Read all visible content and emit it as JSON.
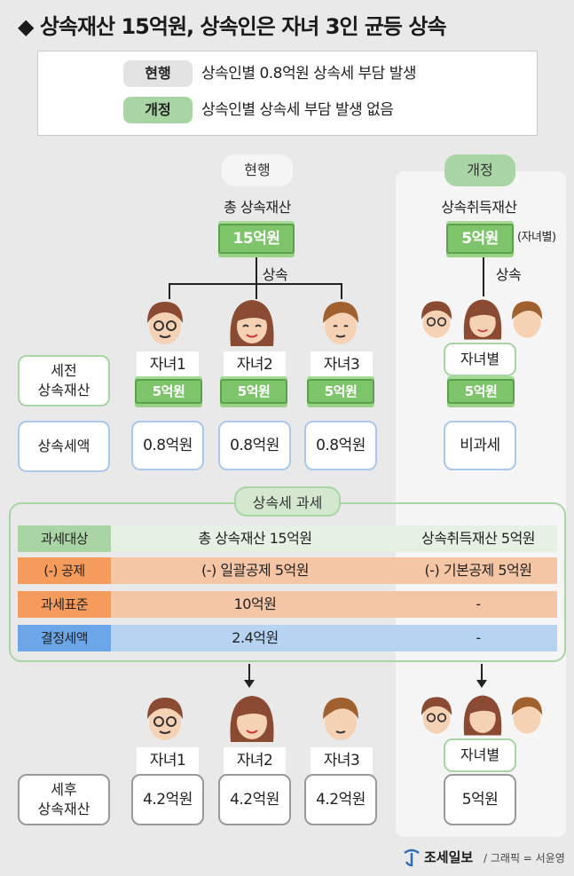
{
  "title": "◆ 상속재산 15억원, 상속인은 자녀 3인 균등 상속",
  "legend": {
    "current_tag": "현행",
    "current_text": "상속인별 0.8억원 상속세 부담 발생",
    "revised_tag": "개정",
    "revised_text": "상속인별 상속세 부담 발생 없음"
  },
  "current": {
    "pill": "현행",
    "total_label": "총 상속재산",
    "total_money": "15억원",
    "inherit_label": "상속",
    "children": [
      {
        "label": "자녀1",
        "money": "5억원",
        "tax": "0.8억원",
        "after": "4.2억원"
      },
      {
        "label": "자녀2",
        "money": "5억원",
        "tax": "0.8억원",
        "after": "4.2억원"
      },
      {
        "label": "자녀3",
        "money": "5억원",
        "tax": "0.8억원",
        "after": "4.2억원"
      }
    ]
  },
  "revised": {
    "pill": "개정",
    "acq_label": "상속취득재산",
    "acq_money": "5억원",
    "per_child": "(자녀별)",
    "inherit_label": "상속",
    "child_label": "자녀별",
    "child_money": "5억원",
    "tax": "비과세",
    "after_label": "자녀별",
    "after": "5억원"
  },
  "side": {
    "pre_tax": "세전\n상속재산",
    "tax_amount": "상속세액",
    "post_tax": "세후\n상속재산"
  },
  "tax_table": {
    "title": "상속세 과세",
    "rows": [
      {
        "head": "과세대상",
        "current": "총 상속재산 15억원",
        "revised": "상속취득재산 5억원"
      },
      {
        "head": "(-) 공제",
        "current": "(-) 일괄공제 5억원",
        "revised": "(-) 기본공제 5억원"
      },
      {
        "head": "과세표준",
        "current": "10억원",
        "revised": "-"
      },
      {
        "head": "결정세액",
        "current": "2.4억원",
        "revised": "-"
      }
    ]
  },
  "footer": {
    "brand": "조세일보",
    "credit": "/ 그래픽 = 서윤영"
  },
  "colors": {
    "green_light": "#d3e8cf",
    "green_head": "#a9d4a3",
    "orange_light": "#f5c6a6",
    "orange_head": "#f59c5c",
    "blue_light": "#b7d3f2",
    "blue_head": "#6aa6e8",
    "grey_row": "#e6f0e3"
  }
}
